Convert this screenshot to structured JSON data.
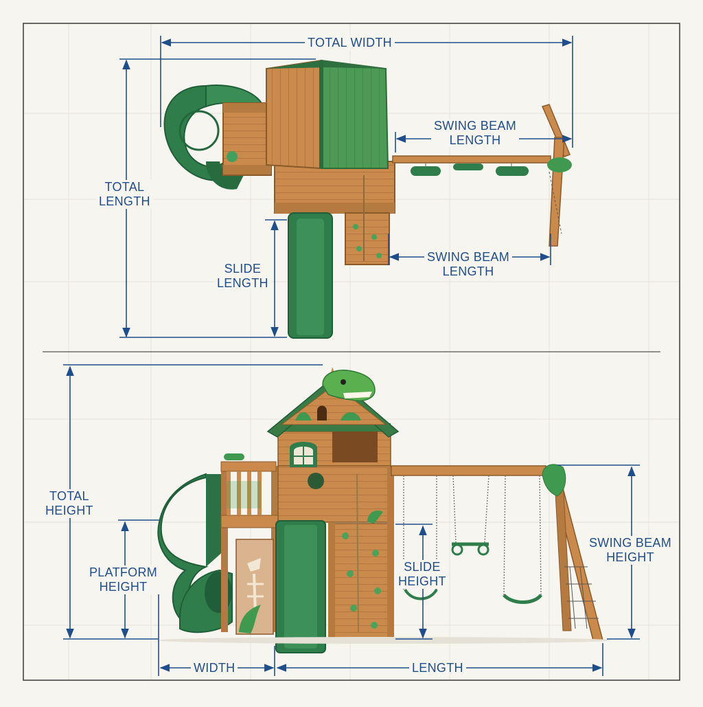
{
  "colors": {
    "background": "#f7f5ef",
    "grid": "#e3e0d8",
    "dimension": "#1f4e8c",
    "wood": "#c98a4b",
    "wood_dark": "#9c6530",
    "green": "#2f7d4a",
    "green_dark": "#1f5e38",
    "roof_green": "#3f8a4f",
    "frame": "#444444"
  },
  "top_view": {
    "total_width": "TOTAL WIDTH",
    "total_length": [
      "TOTAL",
      "LENGTH"
    ],
    "swing_beam_length_upper": [
      "SWING BEAM",
      "LENGTH"
    ],
    "swing_beam_length_lower": [
      "SWING BEAM",
      "LENGTH"
    ],
    "slide_length": [
      "SLIDE",
      "LENGTH"
    ]
  },
  "side_view": {
    "total_height": [
      "TOTAL",
      "HEIGHT"
    ],
    "platform_height": [
      "PLATFORM",
      "HEIGHT"
    ],
    "slide_height": [
      "SLIDE",
      "HEIGHT"
    ],
    "swing_beam_height": [
      "SWING BEAM",
      "HEIGHT"
    ],
    "width": "WIDTH",
    "length": "LENGTH"
  }
}
